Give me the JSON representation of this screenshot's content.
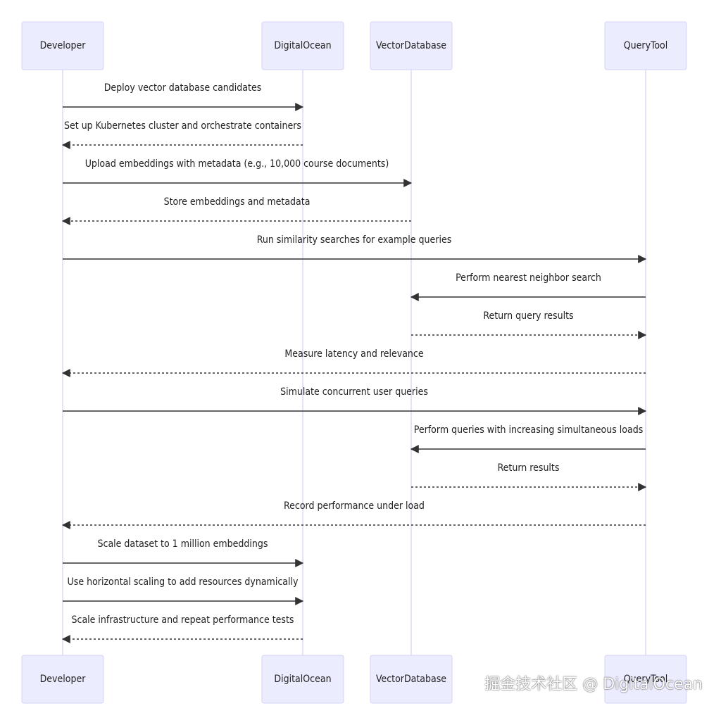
{
  "diagram": {
    "type": "sequence",
    "participants": [
      {
        "id": "dev",
        "label": "Developer"
      },
      {
        "id": "do",
        "label": "DigitalOcean"
      },
      {
        "id": "vdb",
        "label": "VectorDatabase"
      },
      {
        "id": "qt",
        "label": "QueryTool"
      }
    ],
    "messages": [
      {
        "from": "dev",
        "to": "do",
        "label": "Deploy vector database candidates",
        "style": "solid"
      },
      {
        "from": "do",
        "to": "dev",
        "label": "Set up Kubernetes cluster and orchestrate containers",
        "style": "dashed"
      },
      {
        "from": "dev",
        "to": "vdb",
        "label": "Upload embeddings with metadata (e.g., 10,000 course documents)",
        "style": "solid"
      },
      {
        "from": "vdb",
        "to": "dev",
        "label": "Store embeddings and metadata",
        "style": "dashed"
      },
      {
        "from": "dev",
        "to": "qt",
        "label": "Run similarity searches for example queries",
        "style": "solid"
      },
      {
        "from": "qt",
        "to": "vdb",
        "label": "Perform nearest neighbor search",
        "style": "solid"
      },
      {
        "from": "vdb",
        "to": "qt",
        "label": "Return query results",
        "style": "dashed"
      },
      {
        "from": "qt",
        "to": "dev",
        "label": "Measure latency and relevance",
        "style": "dashed"
      },
      {
        "from": "dev",
        "to": "qt",
        "label": "Simulate concurrent user queries",
        "style": "solid"
      },
      {
        "from": "qt",
        "to": "vdb",
        "label": "Perform queries with increasing simultaneous loads",
        "style": "solid"
      },
      {
        "from": "vdb",
        "to": "qt",
        "label": "Return results",
        "style": "dashed"
      },
      {
        "from": "qt",
        "to": "dev",
        "label": "Record performance under load",
        "style": "dashed"
      },
      {
        "from": "dev",
        "to": "do",
        "label": "Scale dataset to 1 million embeddings",
        "style": "solid"
      },
      {
        "from": "dev",
        "to": "do",
        "label": "Use horizontal scaling to add resources dynamically",
        "style": "solid"
      },
      {
        "from": "do",
        "to": "dev",
        "label": "Scale infrastructure and repeat performance tests",
        "style": "dashed"
      }
    ]
  },
  "colors": {
    "actor_fill": "#ececff",
    "actor_border": "#d3d3f5",
    "lifeline": "#c8c8f0",
    "arrow": "#333333",
    "text": "#222222"
  },
  "watermark": "掘金技术社区 @ DigitalOcean"
}
